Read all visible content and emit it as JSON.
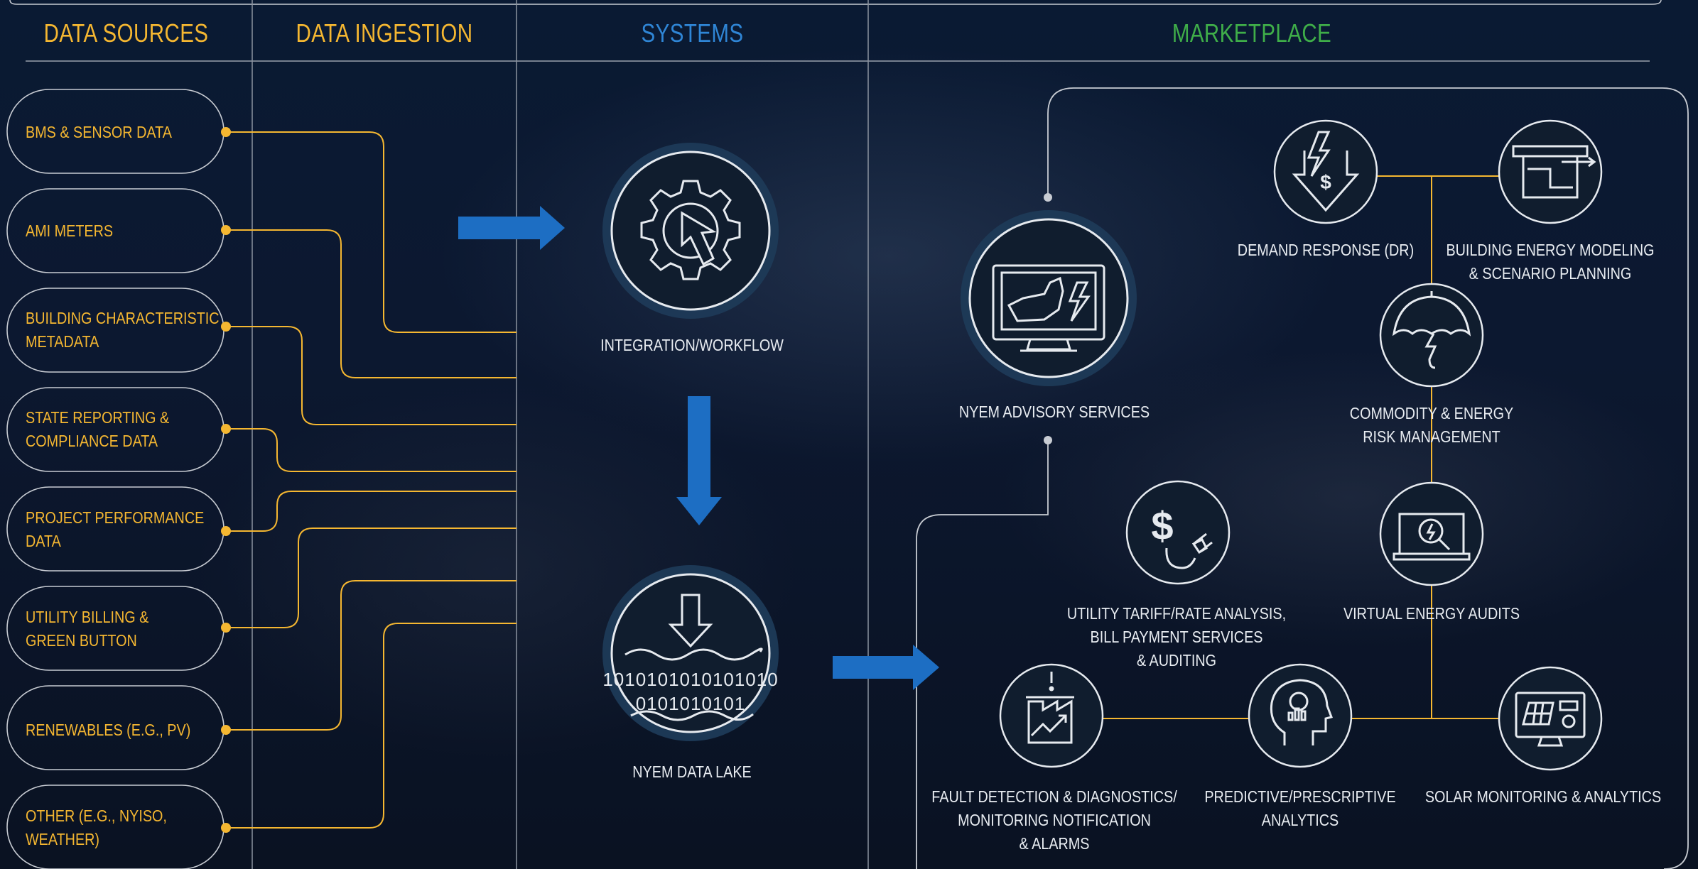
{
  "columns": {
    "data_sources": "DATA SOURCES",
    "data_ingestion": "DATA INGESTION",
    "systems": "SYSTEMS",
    "marketplace": "MARKETPLACE"
  },
  "colors": {
    "orange": "#f5b731",
    "blue_heading": "#2f86d6",
    "green_heading": "#3fae49",
    "arrow_blue": "#1d6ec3",
    "node_fill": "#1d2a3c"
  },
  "sources": [
    {
      "line1": "BMS & SENSOR DATA",
      "line2": ""
    },
    {
      "line1": "AMI METERS",
      "line2": ""
    },
    {
      "line1": "BUILDING CHARACTERISTIC",
      "line2": "METADATA"
    },
    {
      "line1": "STATE REPORTING &",
      "line2": "COMPLIANCE DATA"
    },
    {
      "line1": "PROJECT PERFORMANCE",
      "line2": "DATA"
    },
    {
      "line1": "UTILITY BILLING &",
      "line2": "GREEN BUTTON"
    },
    {
      "line1": "RENEWABLES (E.G., PV)",
      "line2": ""
    },
    {
      "line1": "OTHER (E.G., NYISO,",
      "line2": "WEATHER)"
    }
  ],
  "systems": {
    "integration": "INTEGRATION/WORKFLOW",
    "data_lake": "NYEM DATA LAKE",
    "binary_line1": "1010101010101010",
    "binary_line2": "0101010101"
  },
  "marketplace": {
    "advisory": "NYEM ADVISORY SERVICES",
    "demand_response": "DEMAND RESPONSE (DR)",
    "energy_modeling_1": "BUILDING ENERGY MODELING",
    "energy_modeling_2": "& SCENARIO PLANNING",
    "commodity_1": "COMMODITY & ENERGY",
    "commodity_2": "RISK MANAGEMENT",
    "tariff_1": "UTILITY TARIFF/RATE ANALYSIS,",
    "tariff_2": "BILL PAYMENT SERVICES",
    "tariff_3": "& AUDITING",
    "virtual_audits": "VIRTUAL ENERGY AUDITS",
    "fault_1": "FAULT DETECTION & DIAGNOSTICS/",
    "fault_2": "MONITORING NOTIFICATION",
    "fault_3": "& ALARMS",
    "predictive_1": "PREDICTIVE/PRESCRIPTIVE",
    "predictive_2": "ANALYTICS",
    "solar": "SOLAR MONITORING & ANALYTICS"
  },
  "icons": {
    "integration": "gear-cursor-icon",
    "data_lake": "data-lake-icon",
    "advisory": "monitor-new-york-icon",
    "demand_response": "lightning-dollar-icon",
    "energy_modeling": "building-model-icon",
    "commodity": "umbrella-lightning-icon",
    "tariff": "dollar-plug-icon",
    "virtual_audits": "laptop-magnifier-icon",
    "fault": "factory-alert-icon",
    "predictive": "head-chart-icon",
    "solar": "solar-monitor-icon"
  }
}
